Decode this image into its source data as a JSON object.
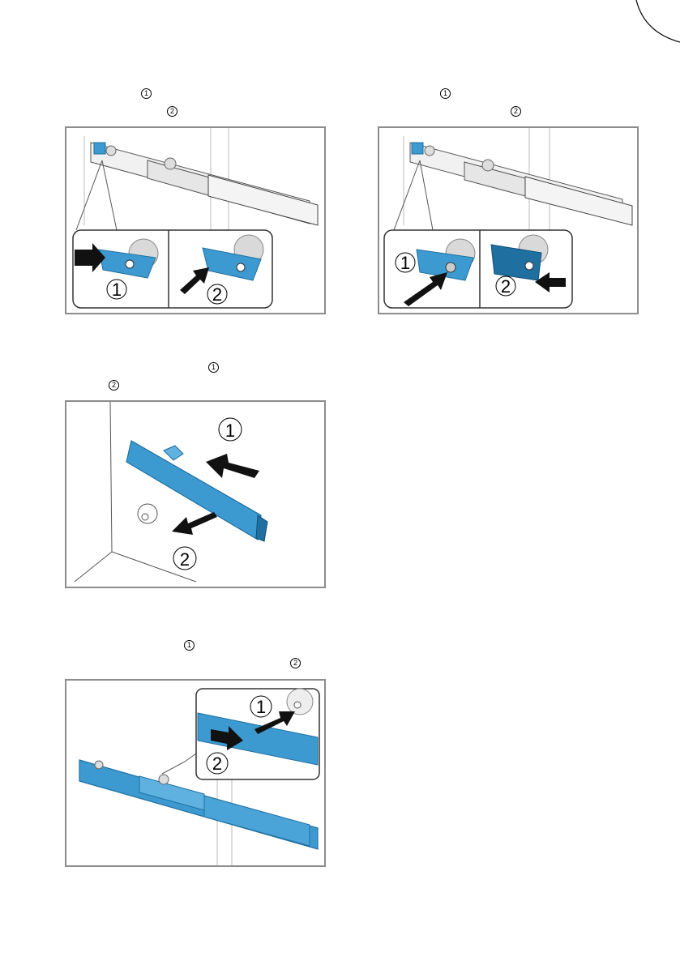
{
  "steps": [
    {
      "marker_1": "1",
      "marker_2": "2",
      "callout_1": "1",
      "callout_2": "2"
    },
    {
      "marker_1": "1",
      "marker_2": "2",
      "callout_1": "1",
      "callout_2": "2"
    },
    {
      "marker_1": "1",
      "marker_2": "2",
      "callout_1": "1",
      "callout_2": "2"
    },
    {
      "marker_1": "1",
      "marker_2": "2",
      "callout_1": "1",
      "callout_2": "2"
    }
  ],
  "colors": {
    "part_blue": "#3d9ad1",
    "part_dark": "#1f6fa0",
    "frame": "#8c8c8c",
    "rail": "#e8e8e8"
  }
}
